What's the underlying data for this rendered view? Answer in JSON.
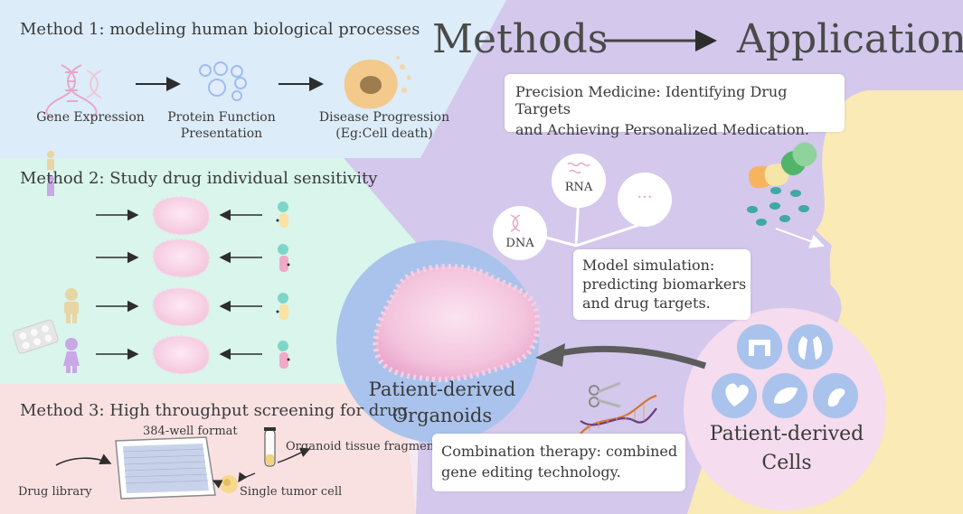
{
  "header": {
    "methods": "Methods",
    "application": "Application"
  },
  "method1": {
    "title": "Method 1: modeling human biological processes",
    "step1": "Gene Expression",
    "step2_line1": "Protein Function",
    "step2_line2": "Presentation",
    "step3_line1": "Disease Progression",
    "step3_line2": "(Eg:Cell death)"
  },
  "method2": {
    "title": "Method 2: Study drug individual sensitivity"
  },
  "method3": {
    "title": "Method 3: High throughput screening for drug",
    "plate": "384-well format",
    "fragments": "Organoid tissue fragments",
    "library": "Drug library",
    "tumor": "Single tumor cell"
  },
  "precision": {
    "line1": "Precision Medicine: Identifying Drug Targets",
    "line2": "and Achieving Personalized Medication."
  },
  "model": {
    "line1": "Model simulation:",
    "line2": "predicting biomarkers",
    "line3": "and drug targets.",
    "rna": "RNA",
    "dna": "DNA",
    "more": "···"
  },
  "organoids": {
    "line1": "Patient-derived",
    "line2": "Organoids"
  },
  "cells": {
    "line1": "Patient-derived",
    "line2": "Cells"
  },
  "combination": {
    "line1": "Combination therapy: combined",
    "line2": "gene editing technology."
  },
  "colors": {
    "method1_bg": "#dcecf8",
    "method2_bg": "#d9f5ec",
    "method3_bg": "#f9e1e1",
    "application_bg": "#d4c8ec",
    "face": "#f9eab6",
    "organoid_circle": "#a9c3ec",
    "cells_circle": "#f5dcee"
  }
}
